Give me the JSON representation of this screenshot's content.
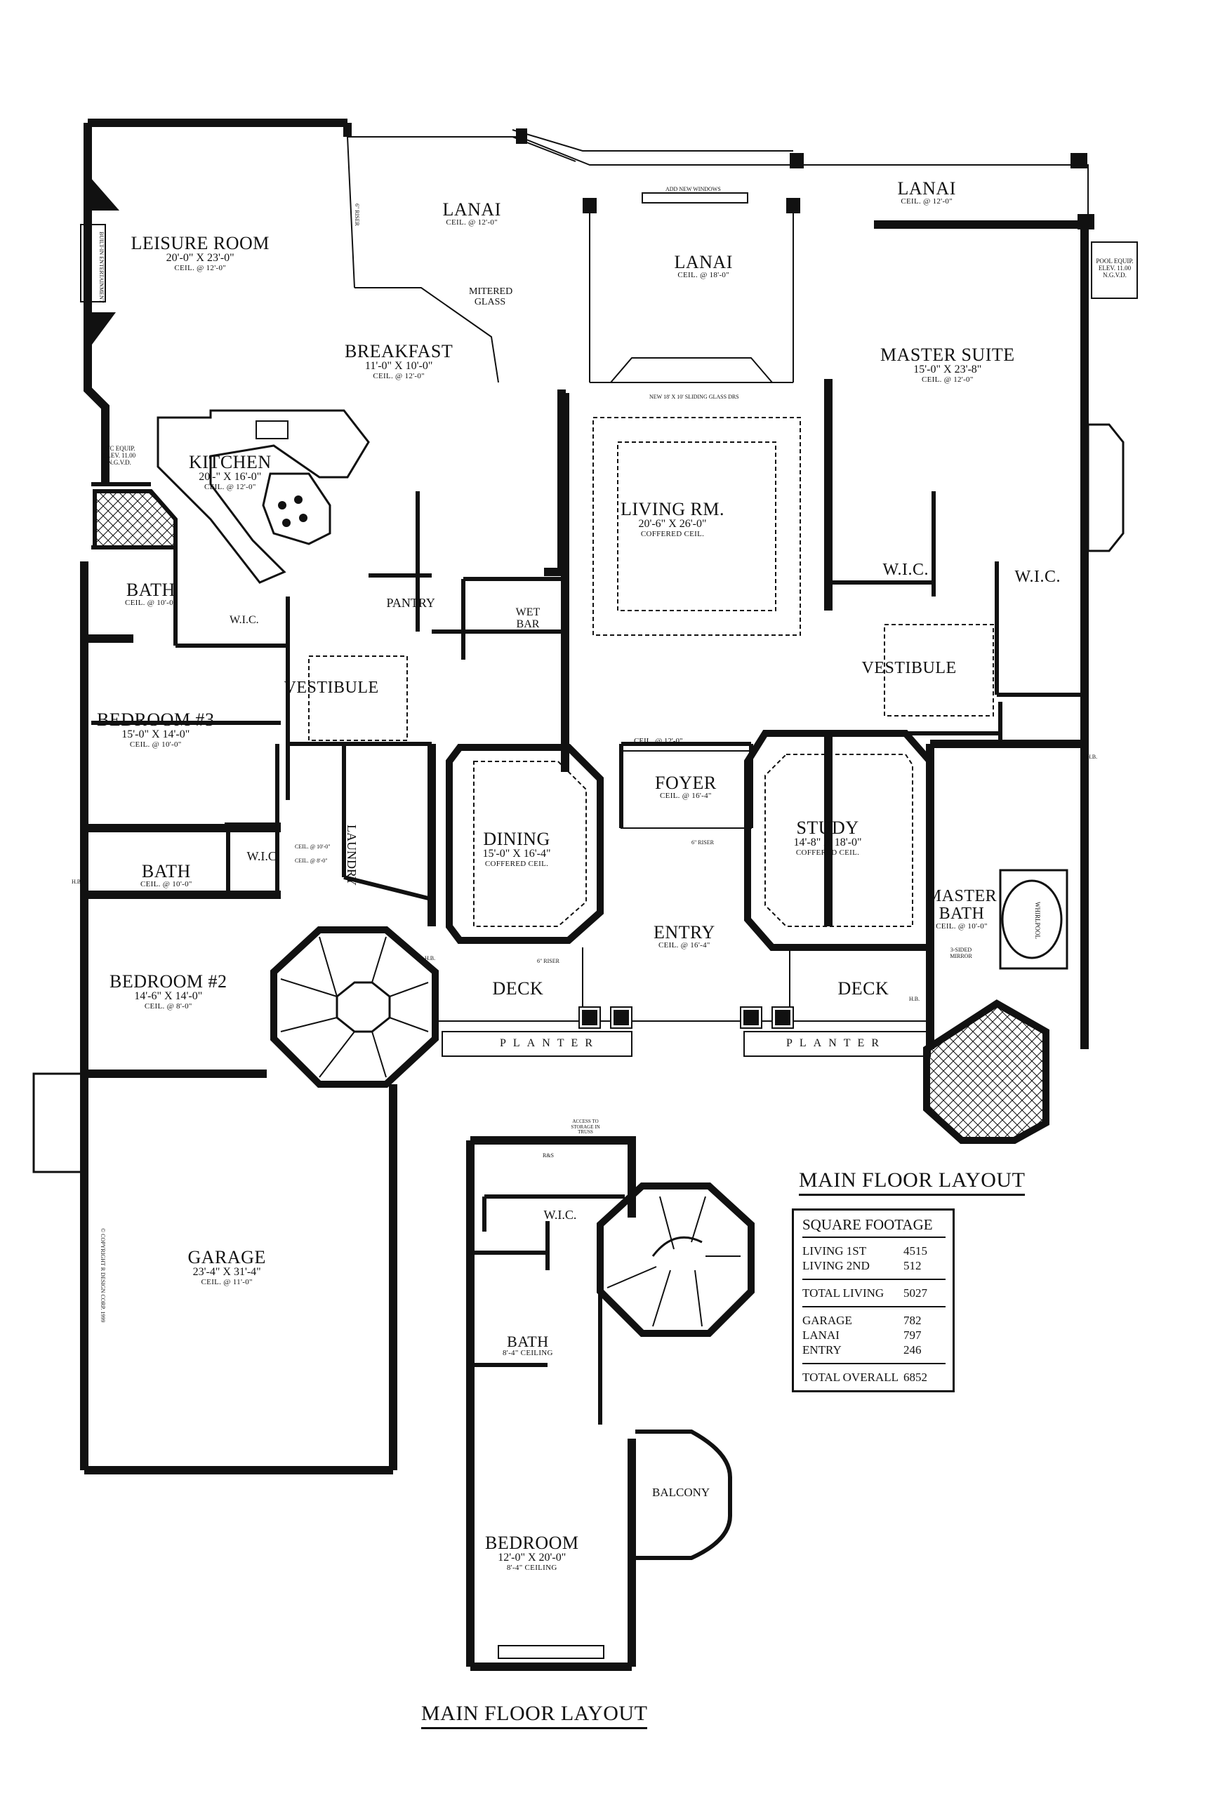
{
  "rooms": {
    "leisure": {
      "name": "LEISURE ROOM",
      "dims": "20'-0\" X 23'-0\"",
      "ceil": "CEIL. @ 12'-0\""
    },
    "lanai_left": {
      "name": "LANAI",
      "ceil": "CEIL. @ 12'-0\""
    },
    "lanai_center": {
      "name": "LANAI",
      "ceil": "CEIL. @ 18'-0\""
    },
    "lanai_right": {
      "name": "LANAI",
      "ceil": "CEIL. @ 12'-0\""
    },
    "breakfast": {
      "name": "BREAKFAST",
      "dims": "11'-0\" X 10'-0\"",
      "ceil": "CEIL. @ 12'-0\""
    },
    "kitchen": {
      "name": "KITCHEN",
      "dims": "20'-\" X 16'-0\"",
      "ceil": "CEIL. @ 12'-0\""
    },
    "living": {
      "name": "LIVING RM.",
      "dims": "20'-6\" X 26'-0\"",
      "ceil": "COFFERED CEIL."
    },
    "master_suite": {
      "name": "MASTER SUITE",
      "dims": "15'-0\" X 23'-8\"",
      "ceil": "CEIL. @ 12'-0\""
    },
    "bath1": {
      "name": "BATH",
      "ceil": "CEIL. @ 10'-0\""
    },
    "wic_kitchen": {
      "name": "W.I.C."
    },
    "pantry": {
      "name": "PANTRY"
    },
    "wet_bar": {
      "name": "WET BAR"
    },
    "wic_master1": {
      "name": "W.I.C."
    },
    "wic_master2": {
      "name": "W.I.C."
    },
    "vestibule_left": {
      "name": "VESTIBULE"
    },
    "vestibule_right": {
      "name": "VESTIBULE"
    },
    "bedroom3": {
      "name": "BEDROOM #3",
      "dims": "15'-0\" X 14'-0\"",
      "ceil": "CEIL. @ 10'-0\""
    },
    "laundry": {
      "name": "LAUNDRY"
    },
    "dining": {
      "name": "DINING",
      "dims": "15'-0\" X 16'-4\"",
      "ceil": "COFFERED CEIL."
    },
    "foyer": {
      "name": "FOYER",
      "ceil": "CEIL. @ 16'-4\""
    },
    "study": {
      "name": "STUDY",
      "dims": "14'-8\" X 18'-0\"",
      "ceil": "COFFERED CEIL."
    },
    "bath2": {
      "name": "BATH",
      "ceil": "CEIL. @ 10'-0\""
    },
    "wic_bath2": {
      "name": "W.I.C."
    },
    "master_bath": {
      "name": "MASTER BATH",
      "ceil": "CEIL. @ 10'-0\""
    },
    "entry": {
      "name": "ENTRY",
      "ceil": "CEIL. @ 16'-4\""
    },
    "bedroom2": {
      "name": "BEDROOM #2",
      "dims": "14'-6\" X 14'-0\"",
      "ceil": "CEIL. @ 8'-0\""
    },
    "deck_left": {
      "name": "DECK"
    },
    "deck_right": {
      "name": "DECK"
    },
    "garage": {
      "name": "GARAGE",
      "dims": "23'-4\" X 31'-4\"",
      "ceil": "CEIL. @ 11'-0\""
    },
    "wic_upper": {
      "name": "W.I.C."
    },
    "bath_upper": {
      "name": "BATH",
      "ceil": "8'-4\" CEILING"
    },
    "balcony": {
      "name": "BALCONY"
    },
    "bedroom_upper": {
      "name": "BEDROOM",
      "dims": "12'-0\" X 20'-0\"",
      "ceil": "8'-4\" CEILING"
    }
  },
  "notes": {
    "mitered_glass": "MITERED GLASS",
    "ac_equip": "A/C EQUIP. ELEV. 11.00 N.G.V.D.",
    "pool_equip": "POOL EQUIP. ELEV. 11.00 N.G.V.D.",
    "add_windows": "ADD NEW WINDOWS",
    "sliding_doors": "NEW 18' X 10' SLIDING GLASS DRS",
    "ceil_center": "CEIL. @ 12'-0\"",
    "riser_foyer": "6\" RISER",
    "riser_entry": "6\" RISER",
    "riser_lanai": "6\" RISER",
    "hb1": "H.B.",
    "hb2": "H.B.",
    "hb3": "H.B.",
    "hb4": "H.B.",
    "ceil_hall1": "CEIL. @ 10'-0\"",
    "ceil_hall2": "CEIL. @ 8'-0\"",
    "mirror": "3-SIDED MIRROR",
    "access_storage": "ACCESS TO STORAGE IN TRUSS",
    "rs": "R&S",
    "entertainment": "BUILT-IN ENTERTAINMENT",
    "copyright": "© COPYRIGHT R DESIGN CORP. 1999",
    "whirlpool": "WHIRLPOOL",
    "planter_left": "PLANTER",
    "planter_right": "PLANTER"
  },
  "headings": {
    "right": "MAIN FLOOR LAYOUT",
    "bottom": "MAIN FLOOR LAYOUT"
  },
  "sqft": {
    "title": "SQUARE FOOTAGE",
    "group1": [
      {
        "label": "LIVING 1ST",
        "value": "4515"
      },
      {
        "label": "LIVING 2ND",
        "value": "512"
      }
    ],
    "total_living": {
      "label": "TOTAL LIVING",
      "value": "5027"
    },
    "group2": [
      {
        "label": "GARAGE",
        "value": "782"
      },
      {
        "label": "LANAI",
        "value": "797"
      },
      {
        "label": "ENTRY",
        "value": "246"
      }
    ],
    "total_overall": {
      "label": "TOTAL OVERALL",
      "value": "6852"
    }
  }
}
